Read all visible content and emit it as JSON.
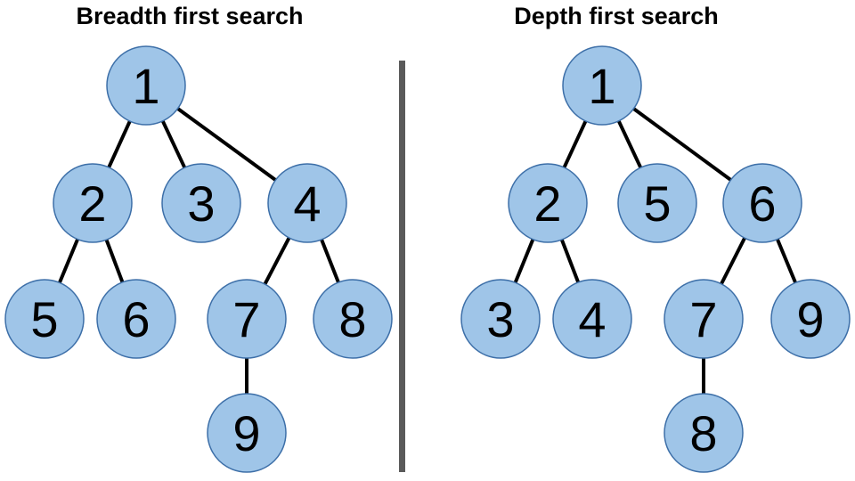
{
  "colors": {
    "node_fill": "#9fc5e8",
    "node_stroke": "#3d6fa8",
    "edge": "#000000",
    "divider": "#5a5a5a"
  },
  "panels": [
    {
      "title": "Breadth first search",
      "nodes": [
        {
          "id": "a1",
          "label": "1"
        },
        {
          "id": "a2",
          "label": "2"
        },
        {
          "id": "a3",
          "label": "3"
        },
        {
          "id": "a4",
          "label": "4"
        },
        {
          "id": "a5",
          "label": "5"
        },
        {
          "id": "a6",
          "label": "6"
        },
        {
          "id": "a7",
          "label": "7"
        },
        {
          "id": "a8",
          "label": "8"
        },
        {
          "id": "a9",
          "label": "9"
        }
      ],
      "edges": [
        [
          "a1",
          "a2"
        ],
        [
          "a1",
          "a3"
        ],
        [
          "a1",
          "a4"
        ],
        [
          "a2",
          "a5"
        ],
        [
          "a2",
          "a6"
        ],
        [
          "a4",
          "a7"
        ],
        [
          "a4",
          "a8"
        ],
        [
          "a7",
          "a9"
        ]
      ]
    },
    {
      "title": "Depth first search",
      "nodes": [
        {
          "id": "b1",
          "label": "1"
        },
        {
          "id": "b2",
          "label": "2"
        },
        {
          "id": "b5",
          "label": "5"
        },
        {
          "id": "b6",
          "label": "6"
        },
        {
          "id": "b3",
          "label": "3"
        },
        {
          "id": "b4",
          "label": "4"
        },
        {
          "id": "b7",
          "label": "7"
        },
        {
          "id": "b9",
          "label": "9"
        },
        {
          "id": "b8",
          "label": "8"
        }
      ],
      "edges": [
        [
          "b1",
          "b2"
        ],
        [
          "b1",
          "b5"
        ],
        [
          "b1",
          "b6"
        ],
        [
          "b2",
          "b3"
        ],
        [
          "b2",
          "b4"
        ],
        [
          "b6",
          "b7"
        ],
        [
          "b6",
          "b9"
        ],
        [
          "b7",
          "b8"
        ]
      ]
    }
  ]
}
